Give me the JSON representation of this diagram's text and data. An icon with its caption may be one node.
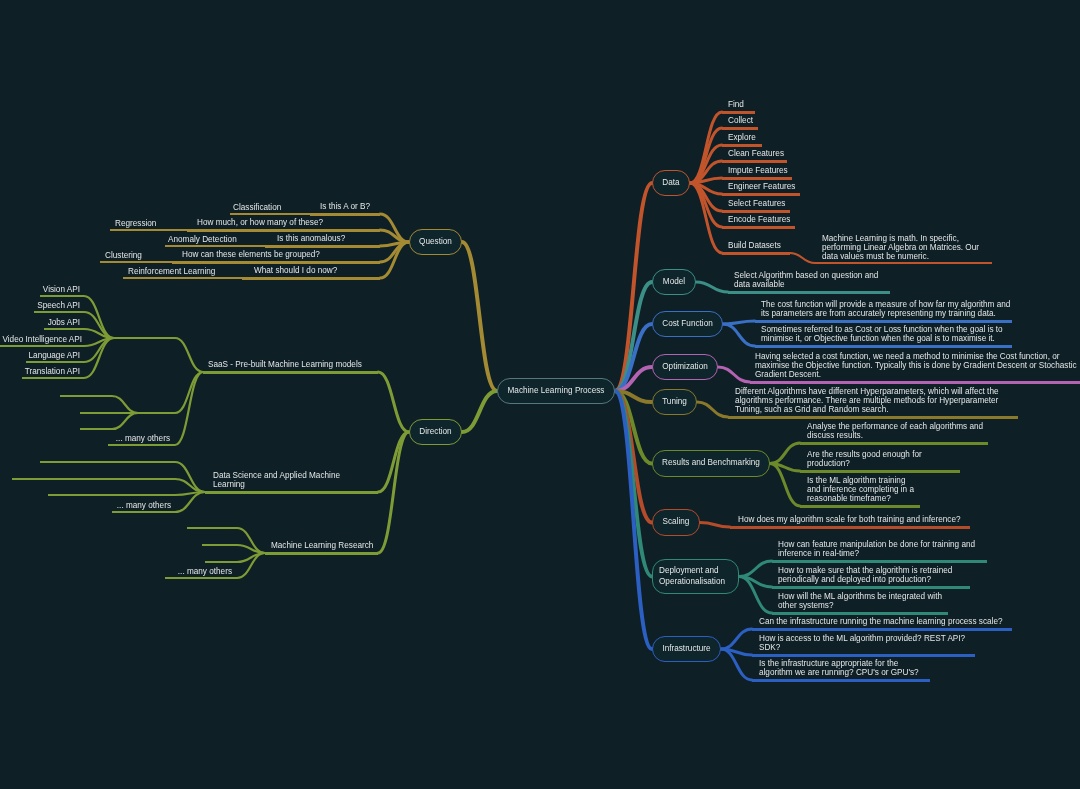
{
  "diagram": {
    "nodes": [
      {
        "text": [
          "Machine Learning Process"
        ]
      },
      {
        "text": [
          "Question"
        ]
      },
      {
        "text": [
          "Classification"
        ]
      },
      {
        "text": [
          "Is this A or B?"
        ]
      },
      {
        "text": [
          "Regression"
        ]
      },
      {
        "text": [
          "How much, or how many of these?"
        ]
      },
      {
        "text": [
          "Anomaly Detection"
        ]
      },
      {
        "text": [
          "Is this anomalous?"
        ]
      },
      {
        "text": [
          "Clustering"
        ]
      },
      {
        "text": [
          "How can these elements be grouped?"
        ]
      },
      {
        "text": [
          "Reinforcement Learning"
        ]
      },
      {
        "text": [
          "What should I do now?"
        ]
      },
      {
        "text": [
          "Direction"
        ]
      },
      {
        "text": [
          "SaaS - Pre-built Machine Learning models"
        ]
      },
      {
        "text": [],
        "shape": "bar"
      },
      {
        "text": [
          "Vision API"
        ]
      },
      {
        "text": [
          "Speech API"
        ]
      },
      {
        "text": [
          "Jobs API"
        ]
      },
      {
        "text": [
          "Video Intelligence API"
        ]
      },
      {
        "text": [
          "Language API"
        ]
      },
      {
        "text": [
          "Translation API"
        ]
      },
      {
        "text": [],
        "shape": "bar"
      },
      {
        "text": [],
        "shape": "bar"
      },
      {
        "text": [],
        "shape": "bar"
      },
      {
        "text": [],
        "shape": "bar"
      },
      {
        "text": [
          "... many others"
        ]
      },
      {
        "text": [
          "Data Science and Applied Machine Learning"
        ]
      },
      {
        "text": [],
        "shape": "bar"
      },
      {
        "text": [],
        "shape": "bar"
      },
      {
        "text": [],
        "shape": "bar"
      },
      {
        "text": [],
        "shape": "bar"
      },
      {
        "text": [],
        "shape": "bar"
      },
      {
        "text": [
          "... many others"
        ]
      },
      {
        "text": [
          "Machine Learning Research"
        ]
      },
      {
        "text": [],
        "shape": "bar"
      },
      {
        "text": [],
        "shape": "bar"
      },
      {
        "text": [],
        "shape": "bar"
      },
      {
        "text": [
          "... many others"
        ]
      },
      {
        "text": [
          "Data"
        ]
      },
      {
        "text": [
          "Find"
        ]
      },
      {
        "text": [
          "Collect"
        ]
      },
      {
        "text": [
          "Explore"
        ]
      },
      {
        "text": [
          "Clean Features"
        ]
      },
      {
        "text": [
          "Impute Features"
        ]
      },
      {
        "text": [
          "Engineer Features"
        ]
      },
      {
        "text": [
          "Select Features"
        ]
      },
      {
        "text": [
          "Encode Features"
        ]
      },
      {
        "text": [
          "Build Datasets"
        ]
      },
      {
        "text": [
          "Machine Learning is math. In specific, performing Linear Algebra on Matrices. Our data values must be numeric."
        ]
      },
      {
        "text": [
          "Model"
        ]
      },
      {
        "text": [
          "Select Algorithm based on question and data available"
        ]
      },
      {
        "text": [
          "Cost Function"
        ]
      },
      {
        "text": [
          "The cost function will provide a measure of how far my algorithm and its parameters are from accurately representing my training data."
        ]
      },
      {
        "text": [
          "Sometimes referred to as Cost or Loss function when the goal is to minimise it, or Objective function when the goal is to maximise it."
        ]
      },
      {
        "text": [
          "Optimization"
        ]
      },
      {
        "text": [
          "Having selected a cost function, we need a method to minimise the Cost function, or maximise the Objective function. Typically this is done by Gradient Descent or Stochastic Gradient Descent."
        ]
      },
      {
        "text": [
          "Tuning"
        ]
      },
      {
        "text": [
          "Different Algorithms have different Hyperparameters, which will affect the algorithms performance. There are multiple methods for Hyperparameter Tuning, such as Grid and Random search."
        ]
      },
      {
        "text": [
          "Results and Benchmarking"
        ]
      },
      {
        "text": [
          "Analyse the performance of each algorithms and discuss results."
        ]
      },
      {
        "text": [
          "Are the results good enough for production?"
        ]
      },
      {
        "text": [
          "Is the ML algorithm training and inference completing in a reasonable timeframe?"
        ]
      },
      {
        "text": [
          "Scaling"
        ]
      },
      {
        "text": [
          "How does my algorithm scale for both training and inference?"
        ]
      },
      {
        "text": [
          "Deployment and Operationalisation"
        ]
      },
      {
        "text": [
          "How can feature manipulation be done for training and inference in real-time?"
        ]
      },
      {
        "text": [
          "How to make sure that the algorithm is retrained periodically and deployed into production?"
        ]
      },
      {
        "text": [
          "How will the ML algorithms be integrated with other systems?"
        ]
      },
      {
        "text": [
          "Infrastructure"
        ]
      },
      {
        "text": [
          "Can the infrastructure running the machine learning process scale?"
        ]
      },
      {
        "text": [
          "How is access to the ML algorithm provided? REST API? SDK?"
        ]
      },
      {
        "text": [
          "Is the infrastructure appropriate for the algorithm we are running? CPU's or GPU's?"
        ]
      }
    ],
    "edges": [
      {
        "from": 0,
        "to": 1,
        "arrow": "none",
        "color": "#a38a33"
      },
      {
        "from": 1,
        "to": 3,
        "arrow": "none",
        "color": "#a38a33"
      },
      {
        "from": 3,
        "to": 2,
        "arrow": "none",
        "color": "#a38a33"
      },
      {
        "from": 1,
        "to": 5,
        "arrow": "none",
        "color": "#a38a33"
      },
      {
        "from": 5,
        "to": 4,
        "arrow": "none",
        "color": "#a38a33"
      },
      {
        "from": 1,
        "to": 7,
        "arrow": "none",
        "color": "#a38a33"
      },
      {
        "from": 7,
        "to": 6,
        "arrow": "none",
        "color": "#a38a33"
      },
      {
        "from": 1,
        "to": 9,
        "arrow": "none",
        "color": "#a38a33"
      },
      {
        "from": 9,
        "to": 8,
        "arrow": "none",
        "color": "#a38a33"
      },
      {
        "from": 1,
        "to": 11,
        "arrow": "none",
        "color": "#a38a33"
      },
      {
        "from": 11,
        "to": 10,
        "arrow": "none",
        "color": "#a38a33"
      },
      {
        "from": 0,
        "to": 12,
        "arrow": "none"
      },
      {
        "from": 12,
        "to": 13,
        "arrow": "none"
      },
      {
        "from": 13,
        "to": 14,
        "arrow": "none"
      },
      {
        "from": 14,
        "to": 15,
        "arrow": "none"
      },
      {
        "from": 14,
        "to": 16,
        "arrow": "none"
      },
      {
        "from": 14,
        "to": 17,
        "arrow": "none"
      },
      {
        "from": 14,
        "to": 18,
        "arrow": "none"
      },
      {
        "from": 14,
        "to": 19,
        "arrow": "none"
      },
      {
        "from": 14,
        "to": 20,
        "arrow": "none"
      },
      {
        "from": 13,
        "to": 21,
        "arrow": "none"
      },
      {
        "from": 21,
        "to": 22,
        "arrow": "none"
      },
      {
        "from": 21,
        "to": 23,
        "arrow": "none"
      },
      {
        "from": 21,
        "to": 24,
        "arrow": "none"
      },
      {
        "from": 13,
        "to": 25,
        "arrow": "none"
      },
      {
        "from": 12,
        "to": 26,
        "arrow": "none"
      },
      {
        "from": 26,
        "to": 27,
        "arrow": "none"
      },
      {
        "from": 27,
        "to": 28,
        "arrow": "none"
      },
      {
        "from": 26,
        "to": 29,
        "arrow": "none"
      },
      {
        "from": 29,
        "to": 30,
        "arrow": "none"
      },
      {
        "from": 26,
        "to": 31,
        "arrow": "none"
      },
      {
        "from": 26,
        "to": 32,
        "arrow": "none"
      },
      {
        "from": 12,
        "to": 33,
        "arrow": "none"
      },
      {
        "from": 33,
        "to": 34,
        "arrow": "none"
      },
      {
        "from": 33,
        "to": 35,
        "arrow": "none"
      },
      {
        "from": 33,
        "to": 36,
        "arrow": "none"
      },
      {
        "from": 33,
        "to": 37,
        "arrow": "none"
      },
      {
        "from": 0,
        "to": 38,
        "arrow": "none",
        "color": "#c2542c"
      },
      {
        "from": 38,
        "to": 39,
        "arrow": "none",
        "color": "#c2542c"
      },
      {
        "from": 38,
        "to": 40,
        "arrow": "none",
        "color": "#c2542c"
      },
      {
        "from": 38,
        "to": 41,
        "arrow": "none",
        "color": "#c2542c"
      },
      {
        "from": 38,
        "to": 42,
        "arrow": "none",
        "color": "#c2542c"
      },
      {
        "from": 38,
        "to": 43,
        "arrow": "none",
        "color": "#c2542c"
      },
      {
        "from": 38,
        "to": 44,
        "arrow": "none",
        "color": "#c2542c"
      },
      {
        "from": 38,
        "to": 45,
        "arrow": "none",
        "color": "#c2542c"
      },
      {
        "from": 38,
        "to": 46,
        "arrow": "none",
        "color": "#c2542c"
      },
      {
        "from": 38,
        "to": 47,
        "arrow": "none",
        "color": "#c2542c"
      },
      {
        "from": 47,
        "to": 48,
        "arrow": "none",
        "color": "#c2542c"
      },
      {
        "from": 0,
        "to": 49,
        "arrow": "none",
        "color": "#3b8f86"
      },
      {
        "from": 49,
        "to": 50,
        "arrow": "none",
        "color": "#3b8f86"
      },
      {
        "from": 0,
        "to": 51,
        "arrow": "none",
        "color": "#3a6fc6"
      },
      {
        "from": 51,
        "to": 52,
        "arrow": "none",
        "color": "#3a6fc6"
      },
      {
        "from": 51,
        "to": 53,
        "arrow": "none",
        "color": "#3a6fc6"
      },
      {
        "from": 0,
        "to": 54,
        "arrow": "none",
        "color": "#b462b2"
      },
      {
        "from": 54,
        "to": 55,
        "arrow": "none",
        "color": "#b462b2"
      },
      {
        "from": 0,
        "to": 56,
        "arrow": "none",
        "color": "#8a782b"
      },
      {
        "from": 56,
        "to": 57,
        "arrow": "none",
        "color": "#8a782b"
      },
      {
        "from": 0,
        "to": 58,
        "arrow": "none",
        "color": "#6c8a2a"
      },
      {
        "from": 58,
        "to": 59,
        "arrow": "none",
        "color": "#6c8a2a"
      },
      {
        "from": 58,
        "to": 60,
        "arrow": "none",
        "color": "#6c8a2a"
      },
      {
        "from": 58,
        "to": 61,
        "arrow": "none",
        "color": "#6c8a2a"
      },
      {
        "from": 0,
        "to": 62,
        "arrow": "none",
        "color": "#b44b29"
      },
      {
        "from": 62,
        "to": 63,
        "arrow": "none",
        "color": "#b44b29"
      },
      {
        "from": 0,
        "to": 64,
        "arrow": "none",
        "color": "#2f8976"
      },
      {
        "from": 64,
        "to": 65,
        "arrow": "none",
        "color": "#2f8976"
      },
      {
        "from": 64,
        "to": 66,
        "arrow": "none",
        "color": "#2f8976"
      },
      {
        "from": 64,
        "to": 67,
        "arrow": "none",
        "color": "#2f8976"
      },
      {
        "from": 0,
        "to": 68,
        "arrow": "none",
        "color": "#2c5fc2"
      },
      {
        "from": 68,
        "to": 69,
        "arrow": "none",
        "color": "#2c5fc2"
      },
      {
        "from": 68,
        "to": 70,
        "arrow": "none",
        "color": "#2c5fc2"
      },
      {
        "from": 68,
        "to": 71,
        "arrow": "none",
        "color": "#2c5fc2"
      }
    ]
  }
}
